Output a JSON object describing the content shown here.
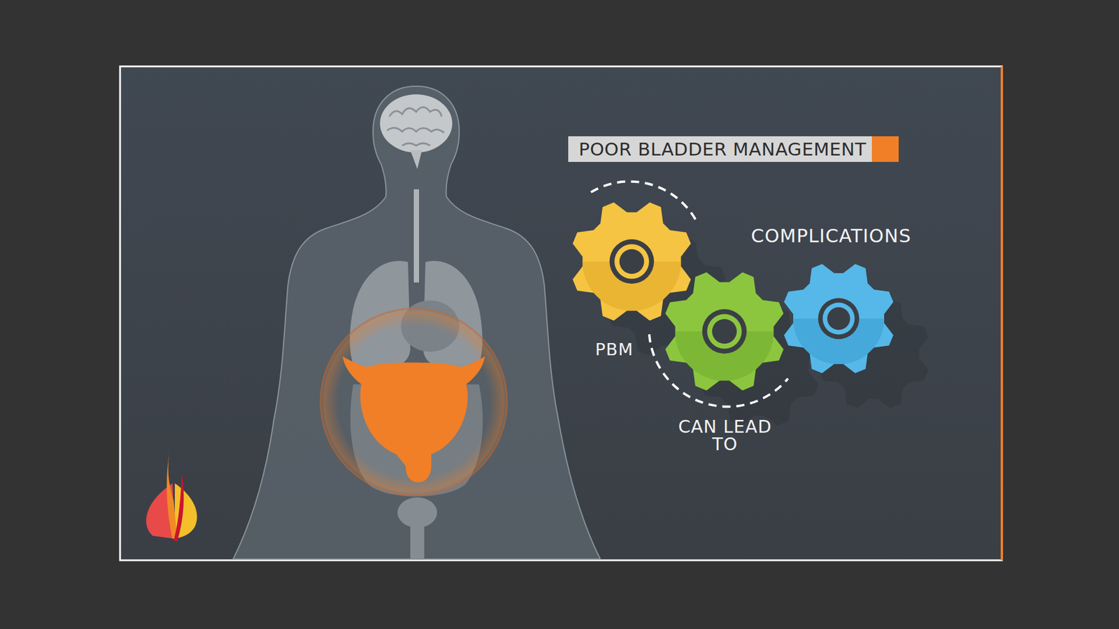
{
  "diagram": {
    "title": "POOR BLADDER MANAGEMENT",
    "labels": [
      "COMPLICATIONS",
      "PBM",
      "CAN LEAD TO"
    ]
  }
}
